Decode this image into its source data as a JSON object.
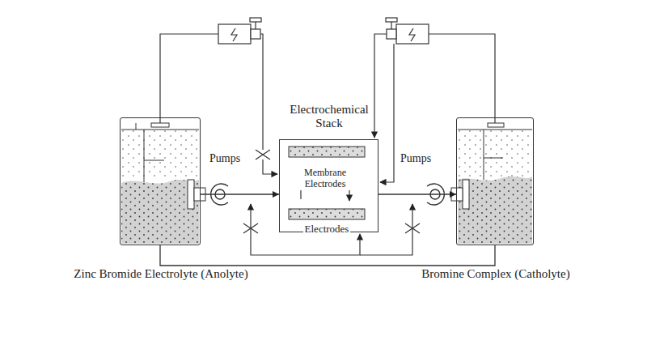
{
  "diagram": {
    "nodes": [
      {
        "text": [
          "Zinc Bromide Electrolyte (Anolyte)"
        ]
      },
      {
        "text": [
          "Electrochemical Stack",
          "Membrane Electrodes",
          "Electrodes"
        ]
      },
      {
        "text": [
          "Bromine Complex (Catholyte)"
        ]
      }
    ],
    "edges": [
      {
        "from": 0,
        "to": 1,
        "arrow": "to"
      },
      {
        "from": 1,
        "to": 2,
        "arrow": "to"
      },
      {
        "from": 0,
        "to": 2,
        "arrow": "none"
      }
    ],
    "labels": [
      "Pumps",
      "Pumps"
    ]
  }
}
